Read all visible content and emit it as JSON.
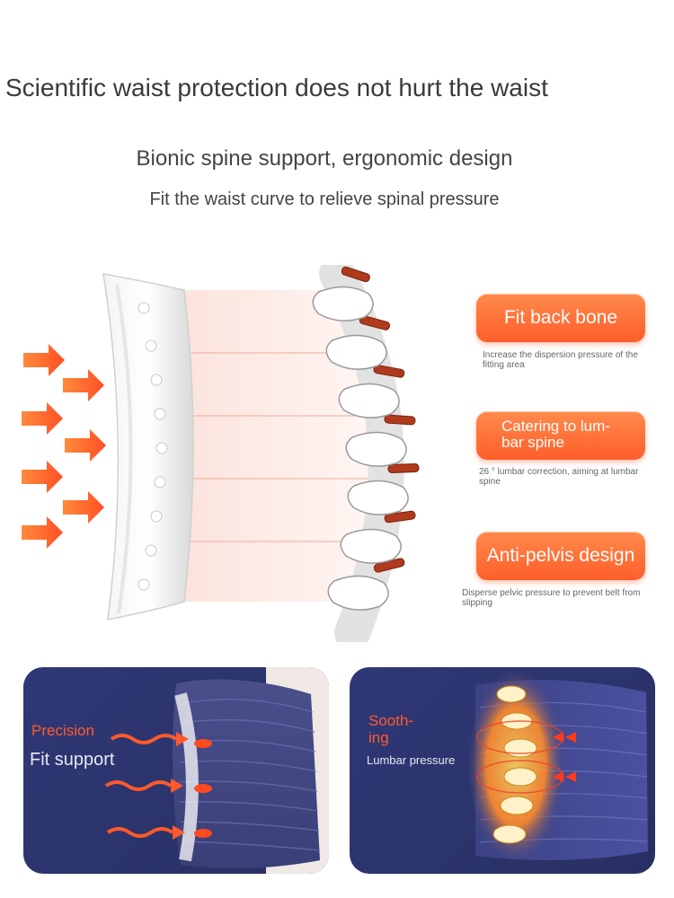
{
  "headline": "Scientific waist protection does not hurt the waist",
  "subheadline": "Bionic spine support, ergonomic design",
  "tagline": "Fit the waist curve to relieve spinal pressure",
  "features": [
    {
      "title": "Fit back bone",
      "description": "Increase the dispersion pressure of the fitting area"
    },
    {
      "title_line1": "Catering to lum-",
      "title_line2": "bar spine",
      "description": "26 ° lumbar correction, aiming at lumbar spine"
    },
    {
      "title": "Anti-pelvis design",
      "description": "Disperse pelvic pressure to prevent belt from slipping"
    }
  ],
  "panels": {
    "left": {
      "highlight": "Precision",
      "caption": "Fit support"
    },
    "right": {
      "highlight_line1": "Sooth-",
      "highlight_line2": "ing",
      "caption": "Lumbar pressure"
    }
  },
  "colors": {
    "accent": "#ff5e2a",
    "panel": "#2f3877",
    "arrow": "#ff6a2a"
  }
}
